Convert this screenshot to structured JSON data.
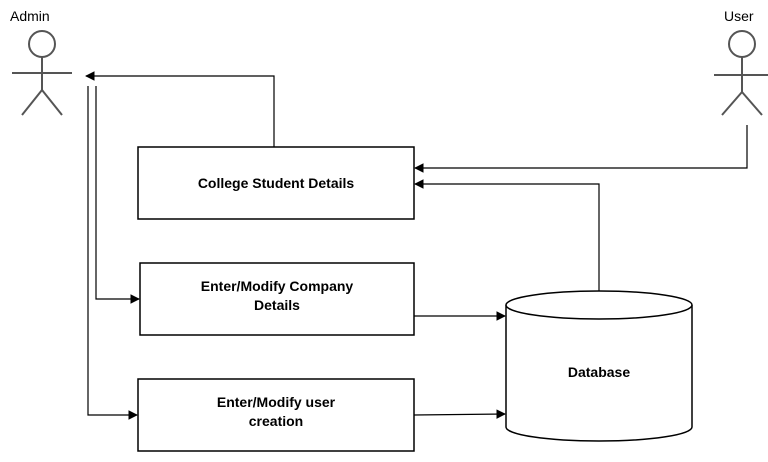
{
  "actors": {
    "admin": {
      "label": "Admin"
    },
    "user": {
      "label": "User"
    }
  },
  "processes": {
    "college_student": {
      "line1": "College Student Details"
    },
    "company": {
      "line1": "Enter/Modify Company",
      "line2": "Details"
    },
    "user_creation": {
      "line1": "Enter/Modify user",
      "line2": "creation"
    }
  },
  "datastore": {
    "label": "Database"
  },
  "colors": {
    "stroke": "#000000",
    "background": "#ffffff"
  }
}
